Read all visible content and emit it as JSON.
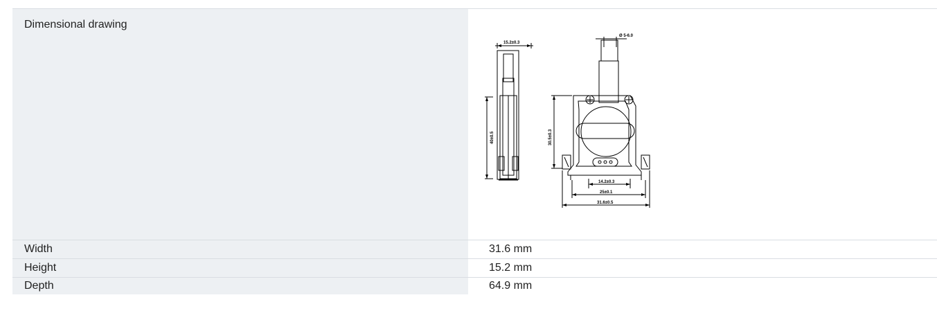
{
  "specs": {
    "drawing_label": "Dimensional drawing",
    "rows": [
      {
        "label": "Width",
        "value": "31.6 mm"
      },
      {
        "label": "Height",
        "value": "15.2 mm"
      },
      {
        "label": "Depth",
        "value": "64.9 mm"
      }
    ]
  },
  "drawing": {
    "dim_top_side": "15.2±0.3",
    "dim_cable": "Ø 5-6.0",
    "dim_side_height": "40±0.5",
    "dim_front_height": "30.5±0.3",
    "dim_inner": "14.2±0.3",
    "dim_mid": "25±0.1",
    "dim_outer": "31.6±0.5"
  }
}
